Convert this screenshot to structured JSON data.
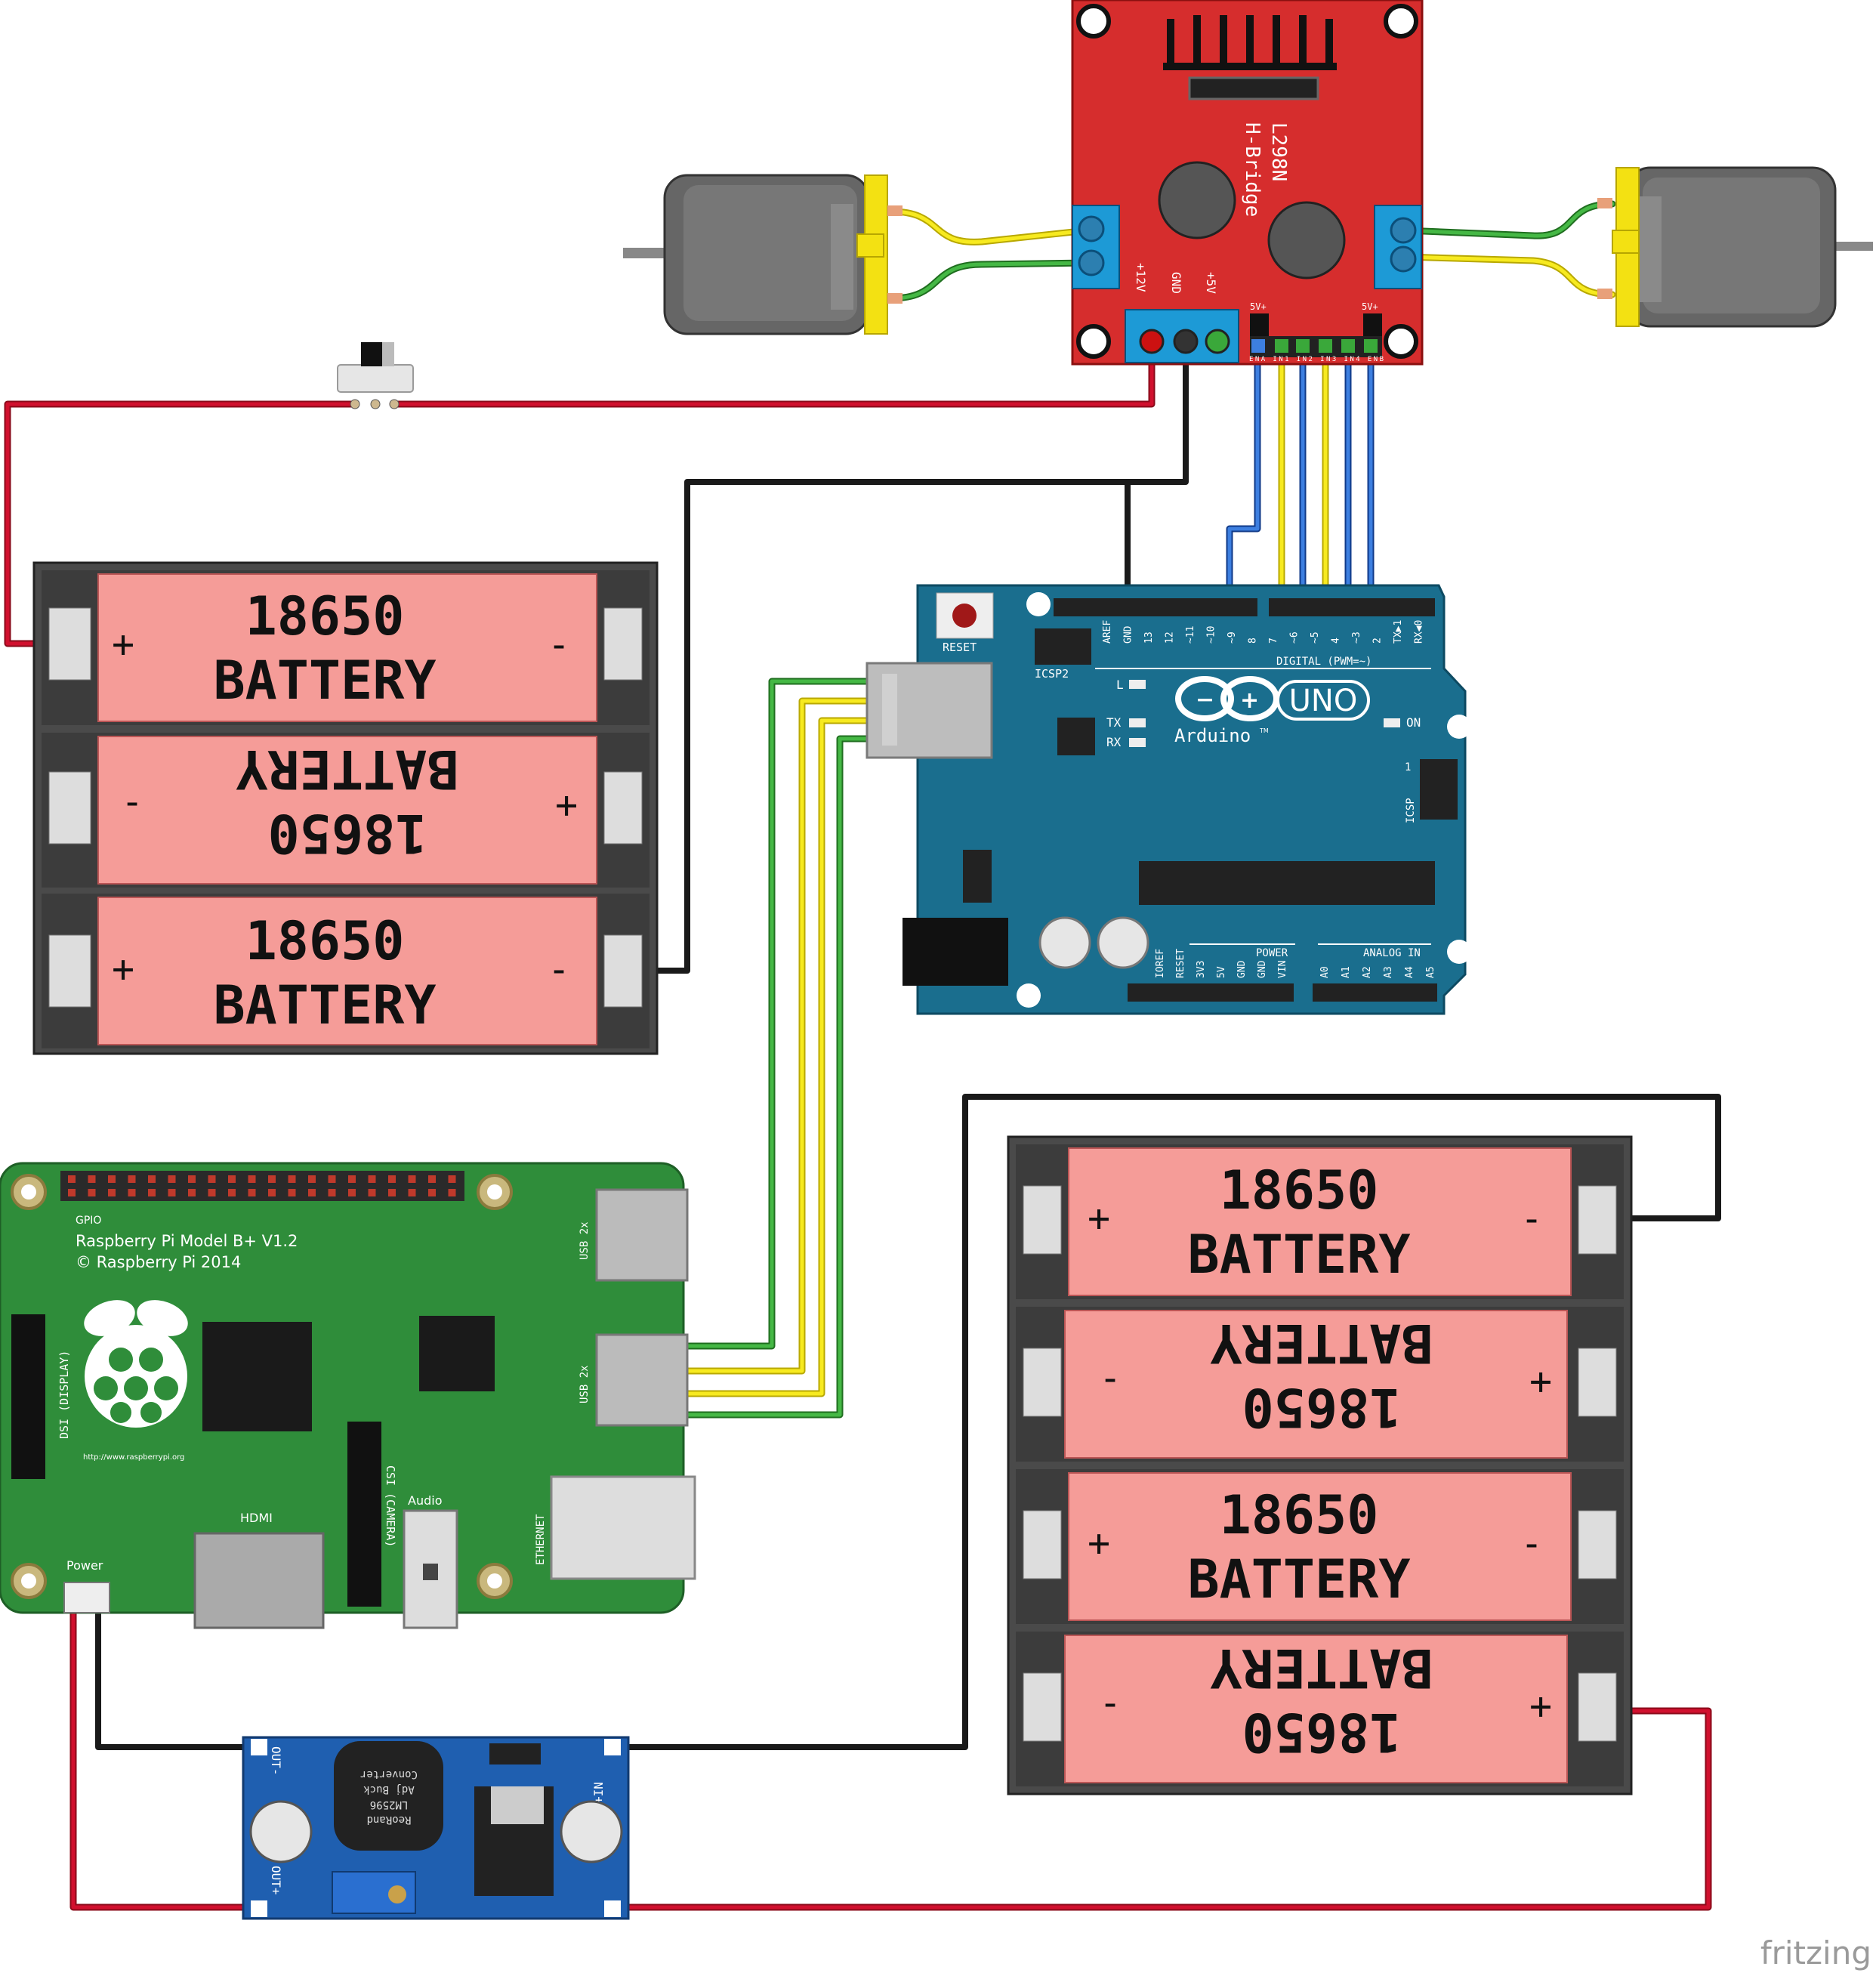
{
  "hbridge": {
    "line1": "L298N",
    "line2": "H-Bridge",
    "pin_12v": "+12V",
    "pin_gnd": "GND",
    "pin_5v": "+5V",
    "en_a": "5V+",
    "en_b": "5V+",
    "ctrl_labels": "ENA IN1 IN2 IN3 IN4 ENB"
  },
  "battery_label": {
    "num": "18650",
    "word": "BATTERY",
    "plus": "+",
    "minus": "-"
  },
  "arduino": {
    "reset": "RESET",
    "icsp2": "ICSP2",
    "icsp": "ICSP",
    "digital": "DIGITAL (PWM=~)",
    "brand": "Arduino",
    "tm": "TM",
    "model": "UNO",
    "led_l": "L",
    "led_tx": "TX",
    "led_rx": "RX",
    "led_on": "ON",
    "pin_one": "1",
    "power": "POWER",
    "analog_in": "ANALOG IN",
    "digital_pins": [
      "AREF",
      "GND",
      "13",
      "12",
      "~11",
      "~10",
      "~9",
      "8",
      "7",
      "~6",
      "~5",
      "4",
      "~3",
      "2",
      "TX▶1",
      "RX◀0"
    ],
    "power_pins": [
      "IOREF",
      "RESET",
      "3V3",
      "5V",
      "GND",
      "GND",
      "VIN"
    ],
    "analog_pins": [
      "A0",
      "A1",
      "A2",
      "A3",
      "A4",
      "A5"
    ]
  },
  "rpi": {
    "gpio": "GPIO",
    "model": "Raspberry Pi Model B+ V1.2",
    "copyright": "© Raspberry Pi 2014",
    "url": "http://www.raspberrypi.org",
    "dsi": "DSI (DISPLAY)",
    "csi": "CSI (CAMERA)",
    "hdmi": "HDMI",
    "audio": "Audio",
    "power": "Power",
    "usb": "USB 2x",
    "ethernet": "ETHERNET"
  },
  "buck": {
    "out_minus": "OUT-",
    "out_plus": "OUT+",
    "in_plus": "+IN",
    "chip_l1": "ReoRand",
    "chip_l2": "LM2596",
    "chip_l3": "Adj Buck",
    "chip_l4": "Converter"
  },
  "watermark": "fritzing",
  "colors": {
    "wire_red": "#c8102e",
    "wire_black": "#1a1a1a",
    "wire_blue": "#2f6fd6",
    "wire_yellow": "#f4e21a",
    "wire_green": "#3aa83a",
    "board_red": "#d62d2d",
    "arduino_blue": "#1a6e8e",
    "rpi_green": "#2f8d3a",
    "buck_blue": "#1f5fb0",
    "battery_pink": "#f59c98",
    "holder_gray": "#4a4a4a"
  }
}
